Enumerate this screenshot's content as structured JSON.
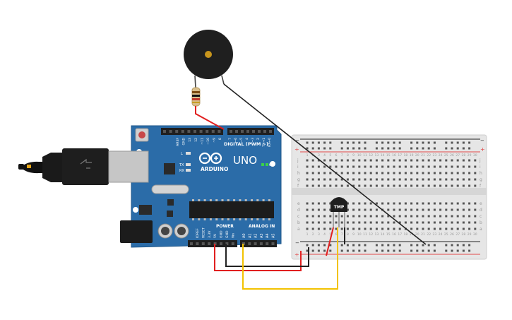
{
  "colors": {
    "wire_red": "#e11f1f",
    "wire_black": "#222222",
    "wire_yellow": "#f2c200",
    "board_blue": "#2b6ca8",
    "breadboard": "#e6e6e6",
    "rail_red": "#e24a4a",
    "led_green": "#3bd14a"
  },
  "arduino": {
    "brand": "ARDUINO",
    "model": "UNO",
    "digital_label": "DIGITAL (PWM ~)",
    "power_label": "POWER",
    "analog_label": "ANALOG IN",
    "on_label": "ON",
    "l_label": "L",
    "tx_label": "TX",
    "rx_label": "RX",
    "top_pins": [
      "AREF",
      "GND",
      "13",
      "12",
      "~11",
      "~10",
      "~9",
      "8",
      "7",
      "~6",
      "~5",
      "4",
      "~3",
      "2",
      "TX→1",
      "RX←0"
    ],
    "power_pins": [
      "IOREF",
      "RESET",
      "3.3V",
      "5V",
      "GND",
      "GND",
      "Vin"
    ],
    "analog_pins": [
      "A0",
      "A1",
      "A2",
      "A3",
      "A4",
      "A5"
    ]
  },
  "sensor": {
    "label": "TMP"
  },
  "breadboard": {
    "row_letters_top": [
      "j",
      "i",
      "h",
      "g",
      "f"
    ],
    "row_letters_bottom": [
      "e",
      "d",
      "c",
      "b",
      "a"
    ],
    "plus": "+",
    "minus": "−",
    "column_count": 30
  }
}
